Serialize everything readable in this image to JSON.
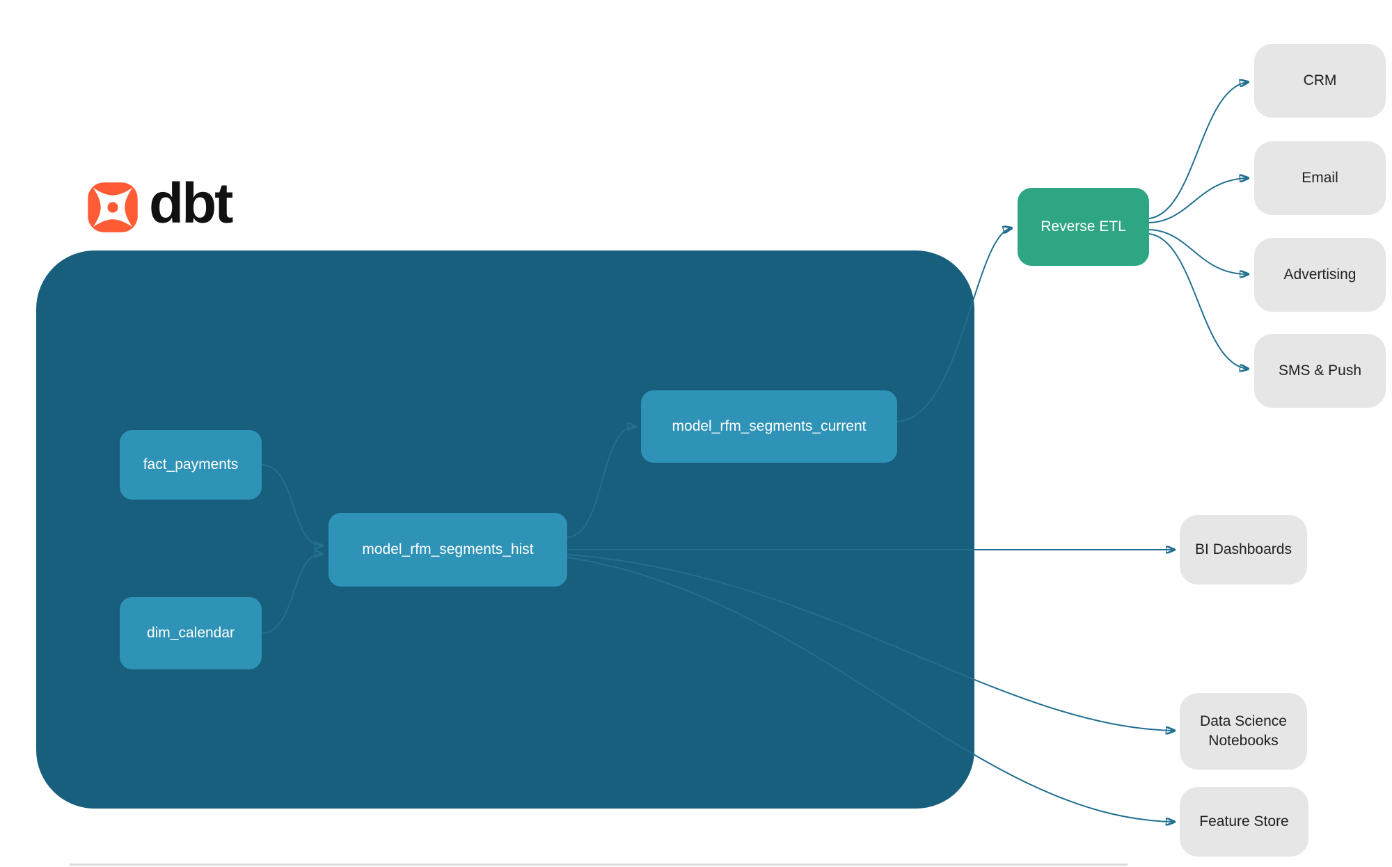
{
  "logo": {
    "text": "dbt"
  },
  "nodes": {
    "fact_payments": {
      "label": "fact_payments"
    },
    "dim_calendar": {
      "label": "dim_calendar"
    },
    "model_rfm_segments_hist": {
      "label": "model_rfm_segments_hist"
    },
    "model_rfm_segments_current": {
      "label": "model_rfm_segments_current"
    },
    "reverse_etl": {
      "label": "Reverse ETL"
    },
    "crm": {
      "label": "CRM"
    },
    "email": {
      "label": "Email"
    },
    "advertising": {
      "label": "Advertising"
    },
    "sms_push": {
      "label": "SMS & Push"
    },
    "bi_dashboards": {
      "label": "BI Dashboards"
    },
    "data_science_notebooks": {
      "label": "Data Science Notebooks"
    },
    "feature_store": {
      "label": "Feature Store"
    }
  },
  "edges": [
    {
      "from": "fact_payments",
      "to": "model_rfm_segments_hist"
    },
    {
      "from": "dim_calendar",
      "to": "model_rfm_segments_hist"
    },
    {
      "from": "model_rfm_segments_hist",
      "to": "model_rfm_segments_current"
    },
    {
      "from": "model_rfm_segments_current",
      "to": "Reverse ETL"
    },
    {
      "from": "Reverse ETL",
      "to": "CRM"
    },
    {
      "from": "Reverse ETL",
      "to": "Email"
    },
    {
      "from": "Reverse ETL",
      "to": "Advertising"
    },
    {
      "from": "Reverse ETL",
      "to": "SMS & Push"
    },
    {
      "from": "model_rfm_segments_hist",
      "to": "BI Dashboards"
    },
    {
      "from": "model_rfm_segments_hist",
      "to": "Data Science Notebooks"
    },
    {
      "from": "model_rfm_segments_hist",
      "to": "Feature Store"
    }
  ],
  "colors": {
    "container_bg": "#185E7D",
    "model_node_bg": "#2E93B6",
    "reverse_etl_bg": "#2EA583",
    "destination_node_bg": "#E6E6E6",
    "edge": "#226F90",
    "logo_orange": "#FF5C35"
  }
}
